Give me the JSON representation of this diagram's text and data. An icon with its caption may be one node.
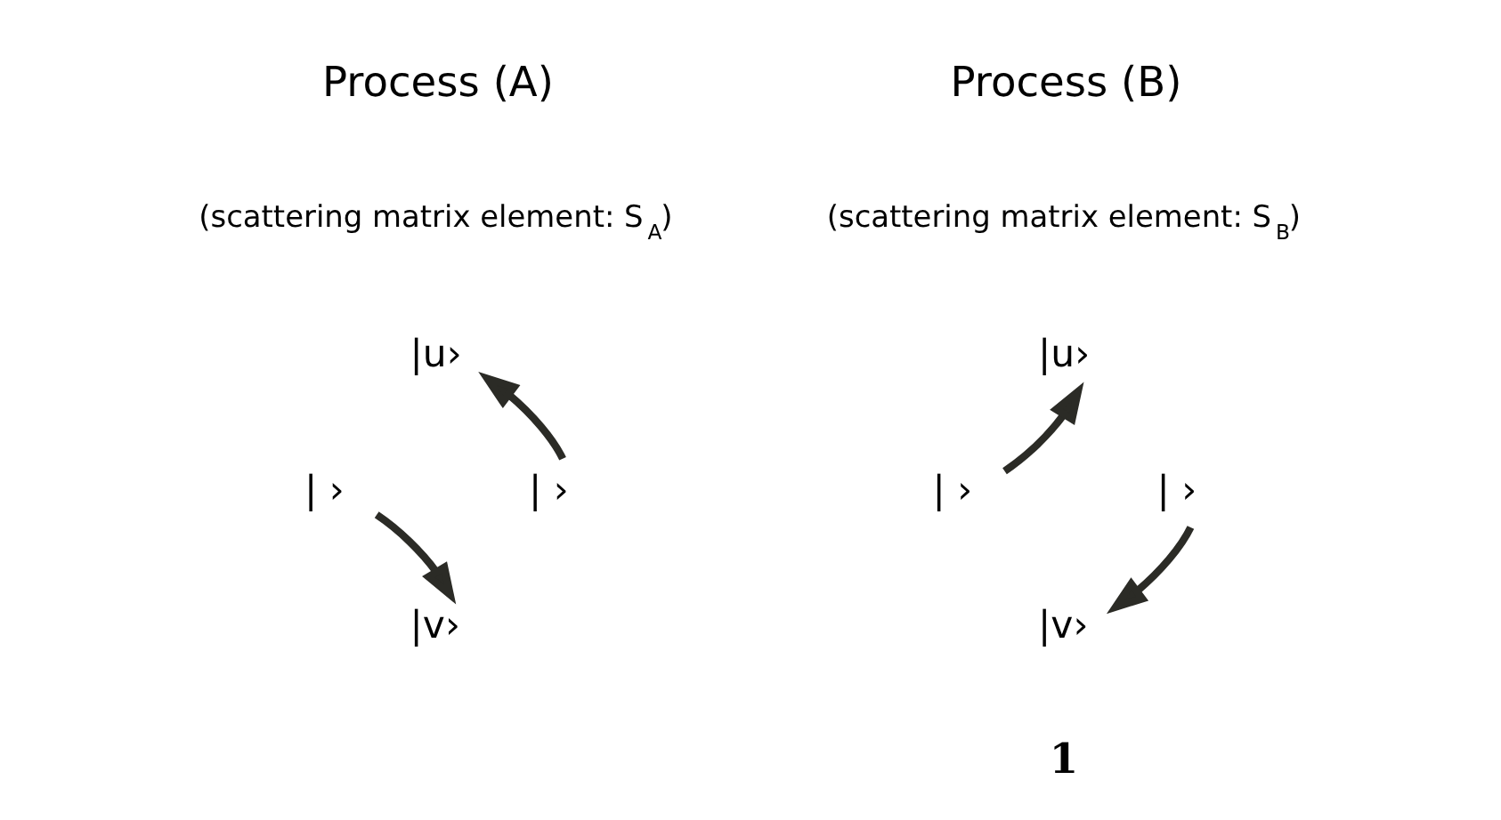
{
  "diagram": {
    "nodes": [
      {
        "text": [
          "|u›"
        ]
      },
      {
        "text": [
          "| ›"
        ]
      },
      {
        "text": [
          "| ›"
        ]
      },
      {
        "text": [
          "|v›"
        ]
      },
      {
        "text": [
          "|u›"
        ]
      },
      {
        "text": [
          "| ›"
        ]
      },
      {
        "text": [
          "| ›"
        ]
      },
      {
        "text": [
          "|v›"
        ]
      }
    ],
    "edges": [
      {
        "from": 1,
        "to": 3,
        "arrow": "to"
      },
      {
        "from": 2,
        "to": 0,
        "arrow": "to"
      },
      {
        "from": 5,
        "to": 4,
        "arrow": "to"
      },
      {
        "from": 6,
        "to": 7,
        "arrow": "to"
      }
    ],
    "labels": [
      "Process (A)",
      "(scattering matrix element: S$_{A}$)",
      "Process (B)",
      "(scattering matrix element: S$_{B}$)",
      "1"
    ]
  }
}
